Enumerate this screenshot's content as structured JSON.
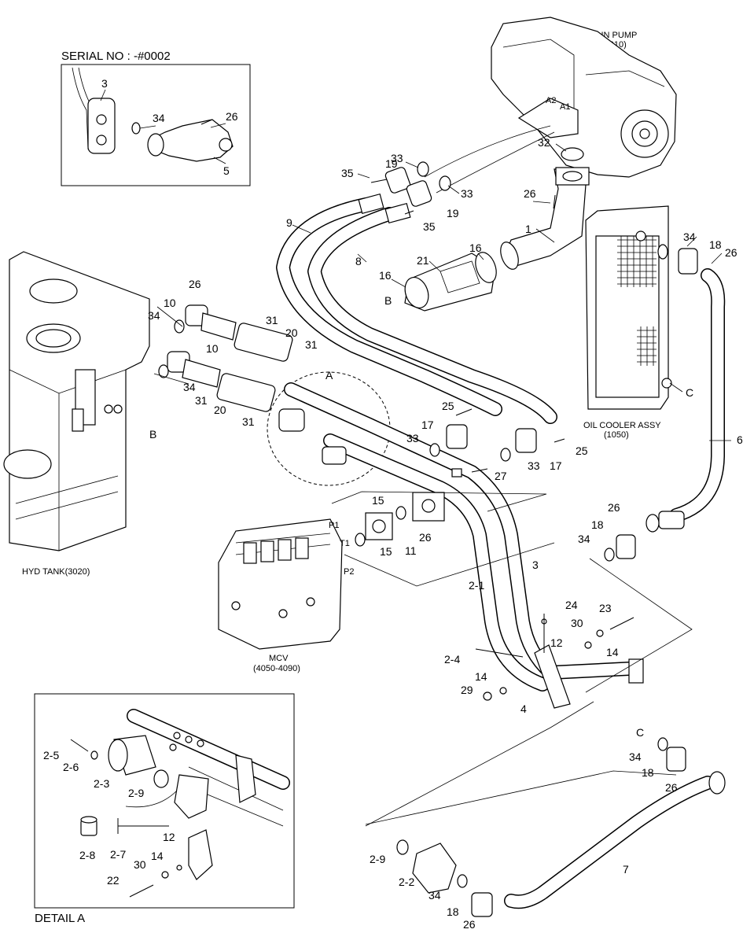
{
  "headers": {
    "serial": "SERIAL NO : -#0002",
    "main_pump": "MAIN PUMP",
    "main_pump_code": "(4010)",
    "oil_cooler": "OIL COOLER ASSY",
    "oil_cooler_code": "(1050)",
    "hyd_tank": "HYD TANK(3020)",
    "mcv": "MCV",
    "mcv_code": "(4050-4090)",
    "detail": "DETAIL A"
  },
  "ports": {
    "a1": "A1",
    "a2": "A2",
    "p1": "P1",
    "p2": "P2",
    "t1": "T1"
  },
  "callouts": {
    "c_inset_3": "3",
    "c_inset_34": "34",
    "c_inset_26": "26",
    "c_inset_5": "5",
    "c_32": "32",
    "c_33a": "33",
    "c_33b": "33",
    "c_19a": "19",
    "c_19b": "19",
    "c_35a": "35",
    "c_35b": "35",
    "c_26a": "26",
    "c_9": "9",
    "c_8": "8",
    "c_1": "1",
    "c_21": "21",
    "c_16a": "16",
    "c_16b": "16",
    "c_B1": "B",
    "c_34a": "34",
    "c_18a": "18",
    "c_26b": "26",
    "c_C1": "C",
    "c_26c": "26",
    "c_10a": "10",
    "c_34b": "34",
    "c_31a": "31",
    "c_20a": "20",
    "c_31b": "31",
    "c_10b": "10",
    "c_34c": "34",
    "c_31c": "31",
    "c_20b": "20",
    "c_31d": "31",
    "c_A": "A",
    "c_B2": "B",
    "c_25a": "25",
    "c_17a": "17",
    "c_33c": "33",
    "c_27": "27",
    "c_33d": "33",
    "c_17b": "17",
    "c_25b": "25",
    "c_6": "6",
    "c_15a": "15",
    "c_26d": "26",
    "c_11": "11",
    "c_15b": "15",
    "c_26e": "26",
    "c_18b": "18",
    "c_34d": "34",
    "c_3": "3",
    "c_2_1": "2-1",
    "c_24": "24",
    "c_23": "23",
    "c_30a": "30",
    "c_12a": "12",
    "c_14a": "14",
    "c_2_4": "2-4",
    "c_14b": "14",
    "c_29": "29",
    "c_4": "4",
    "c_C2": "C",
    "c_34e": "34",
    "c_18c": "18",
    "c_26f": "26",
    "c_7": "7",
    "c_2_9b": "2-9",
    "c_2_2": "2-2",
    "c_34f": "34",
    "c_18d": "18",
    "c_26g": "26",
    "c_2_5": "2-5",
    "c_2_6": "2-6",
    "c_2_3": "2-3",
    "c_2_9a": "2-9",
    "c_2_8": "2-8",
    "c_2_7": "2-7",
    "c_12b": "12",
    "c_14c": "14",
    "c_30b": "30",
    "c_22": "22"
  }
}
